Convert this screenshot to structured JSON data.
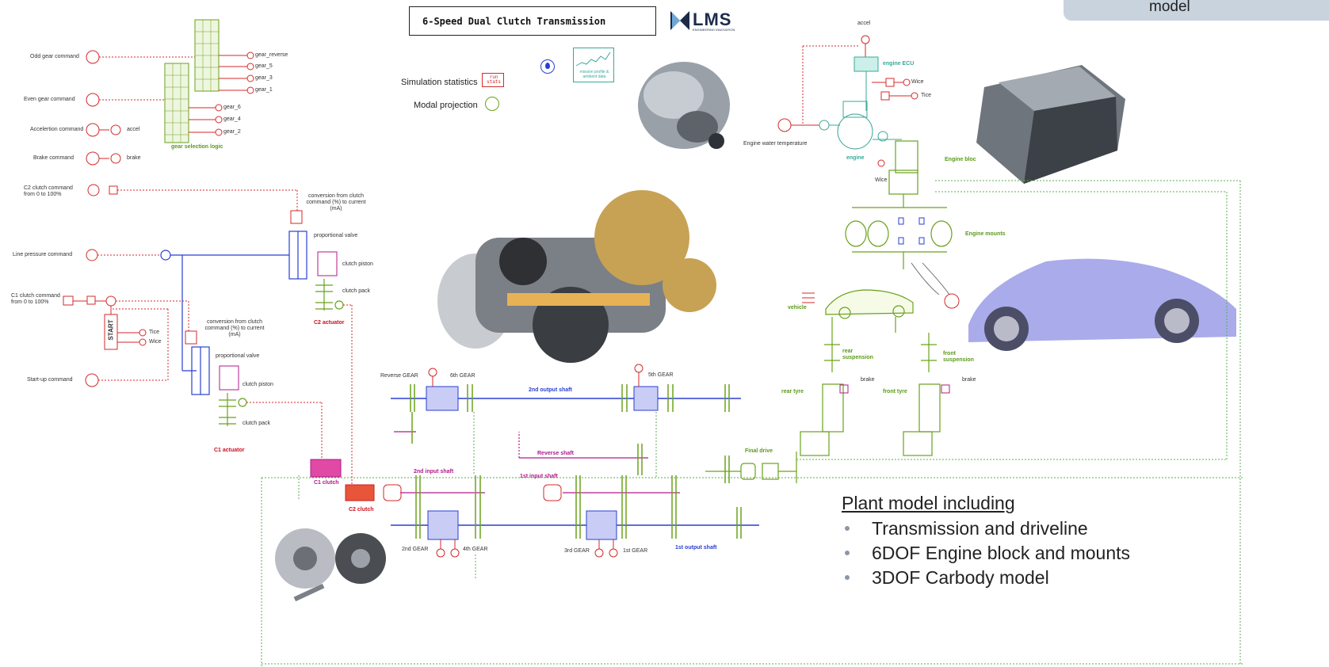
{
  "header": {
    "title": "6-Speed Dual Clutch Transmission",
    "logo_text": "LMS",
    "logo_tagline": "ENGINEERING INNOVATION",
    "badge_text": "model"
  },
  "simulation": {
    "statistics_label": "Simulation statistics",
    "run_stats": "run stats",
    "modal_label": "Modal projection",
    "mission_profile": "mission profile & ambient data"
  },
  "controls": {
    "odd_gear": "Odd gear command",
    "even_gear": "Even gear command",
    "acceleration": "Accelertion command",
    "brake_cmd": "Brake command",
    "c2_clutch": "C2 clutch command from 0 to 100%",
    "line_pressure": "Line pressure command",
    "c1_clutch": "C1 clutch command from 0 to 100%",
    "startup": "Start-up command",
    "accel_out": "accel",
    "brake_out": "brake",
    "start": "START",
    "tice": "Tice",
    "wice": "Wice"
  },
  "gear_logic": {
    "title": "gear selection logic",
    "outputs_top": [
      "gear_reverse",
      "gear_5",
      "gear_3",
      "gear_1"
    ],
    "outputs_bottom": [
      "gear_6",
      "gear_4",
      "gear_2"
    ]
  },
  "actuators": {
    "conversion": "conversion from clutch command (%) to current (mA)",
    "proportional_valve": "proportional valve",
    "clutch_piston": "clutch piston",
    "clutch_pack": "clutch pack",
    "c2_actuator": "C2 actuator",
    "c1_actuator": "C1 actuator"
  },
  "engine": {
    "accel": "accel",
    "ecu": "engine ECU",
    "wice": "Wice",
    "tice": "Tice",
    "water_temp": "Engine water temperature",
    "engine": "engine",
    "bloc": "Engine bloc",
    "wice_bottom": "Wice",
    "mounts": "Engine mounts"
  },
  "vehicle": {
    "vehicle": "vehicle",
    "rear_suspension": "rear suspension",
    "front_suspension": "front suspension",
    "brake_rear": "brake",
    "brake_front": "brake",
    "rear_tyre": "rear tyre",
    "front_tyre": "front tyre",
    "final_drive": "Final drive"
  },
  "gearbox": {
    "reverse_gear": "Reverse GEAR",
    "sixth_gear": "6th GEAR",
    "fifth_gear": "5th GEAR",
    "second_output": "2nd output shaft",
    "reverse_shaft": "Reverse shaft",
    "second_input": "2nd input shaft",
    "first_input": "1st input shaft",
    "c1_clutch": "C1 clutch",
    "c2_clutch": "C2 clutch",
    "second_gear": "2nd GEAR",
    "fourth_gear": "4th GEAR",
    "third_gear": "3rd GEAR",
    "first_gear": "1st GEAR",
    "first_output": "1st output shaft"
  },
  "plant": {
    "heading": "Plant model including",
    "items": [
      "Transmission and driveline",
      "6DOF Engine block and mounts",
      "3DOF Carbody model"
    ]
  },
  "colors": {
    "signal": "#d42a2a",
    "hydraulic": "#2a3fd0",
    "mechanical": "#6aa21a",
    "accent": "#b01a8a",
    "badge_bg": "#c8d3dd"
  }
}
